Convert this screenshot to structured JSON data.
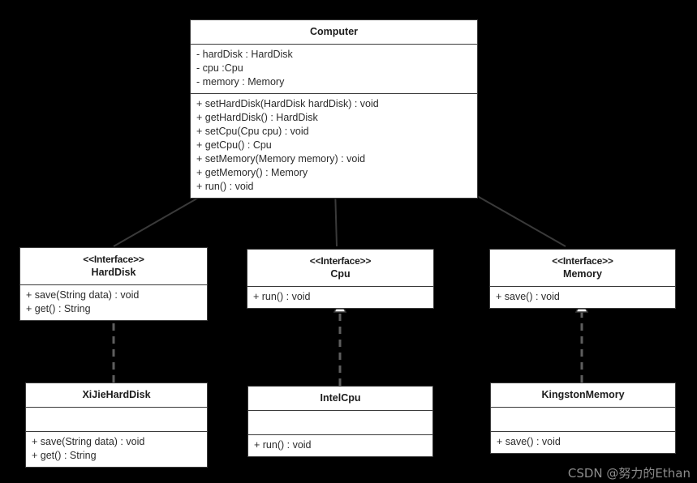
{
  "diagram": {
    "type": "uml-class-diagram",
    "background": "#000000",
    "box_fill": "#ffffff",
    "line_color": "#3a3a3a",
    "classes": [
      {
        "id": "computer",
        "name": "Computer",
        "stereotype": "",
        "attributes": [
          "- hardDisk : HardDisk",
          "- cpu :Cpu",
          "- memory : Memory"
        ],
        "methods": [
          "+ setHardDisk(HardDisk hardDisk) : void",
          "+ getHardDisk() : HardDisk",
          "+ setCpu(Cpu cpu) : void",
          "+ getCpu() : Cpu",
          "+ setMemory(Memory memory) : void",
          "+ getMemory() : Memory",
          "+ run() : void"
        ]
      },
      {
        "id": "harddisk",
        "name": "HardDisk",
        "stereotype": "<<Interface>>",
        "attributes": [],
        "methods": [
          "+ save(String data) : void",
          "+ get() : String"
        ]
      },
      {
        "id": "cpu",
        "name": "Cpu",
        "stereotype": "<<Interface>>",
        "attributes": [],
        "methods": [
          "+ run() : void"
        ]
      },
      {
        "id": "memory",
        "name": "Memory",
        "stereotype": "<<Interface>>",
        "attributes": [],
        "methods": [
          "+ save() : void"
        ]
      },
      {
        "id": "xijieharddisk",
        "name": "XiJieHardDisk",
        "stereotype": "",
        "attributes": [],
        "methods": [
          "+ save(String data) : void",
          "+ get() : String"
        ]
      },
      {
        "id": "intelcpu",
        "name": "IntelCpu",
        "stereotype": "",
        "attributes": [],
        "methods": [
          "+ run() : void"
        ]
      },
      {
        "id": "kingstonmemory",
        "name": "KingstonMemory",
        "stereotype": "",
        "attributes": [],
        "methods": [
          "+ save() : void"
        ]
      }
    ],
    "relations": [
      {
        "from": "harddisk",
        "to": "computer",
        "kind": "composition"
      },
      {
        "from": "cpu",
        "to": "computer",
        "kind": "composition"
      },
      {
        "from": "memory",
        "to": "computer",
        "kind": "composition"
      },
      {
        "from": "xijieharddisk",
        "to": "harddisk",
        "kind": "realization"
      },
      {
        "from": "intelcpu",
        "to": "cpu",
        "kind": "realization"
      },
      {
        "from": "kingstonmemory",
        "to": "memory",
        "kind": "realization"
      }
    ]
  },
  "watermark": {
    "text": "CSDN @努力的Ethan",
    "color": "#8c8c8c"
  }
}
